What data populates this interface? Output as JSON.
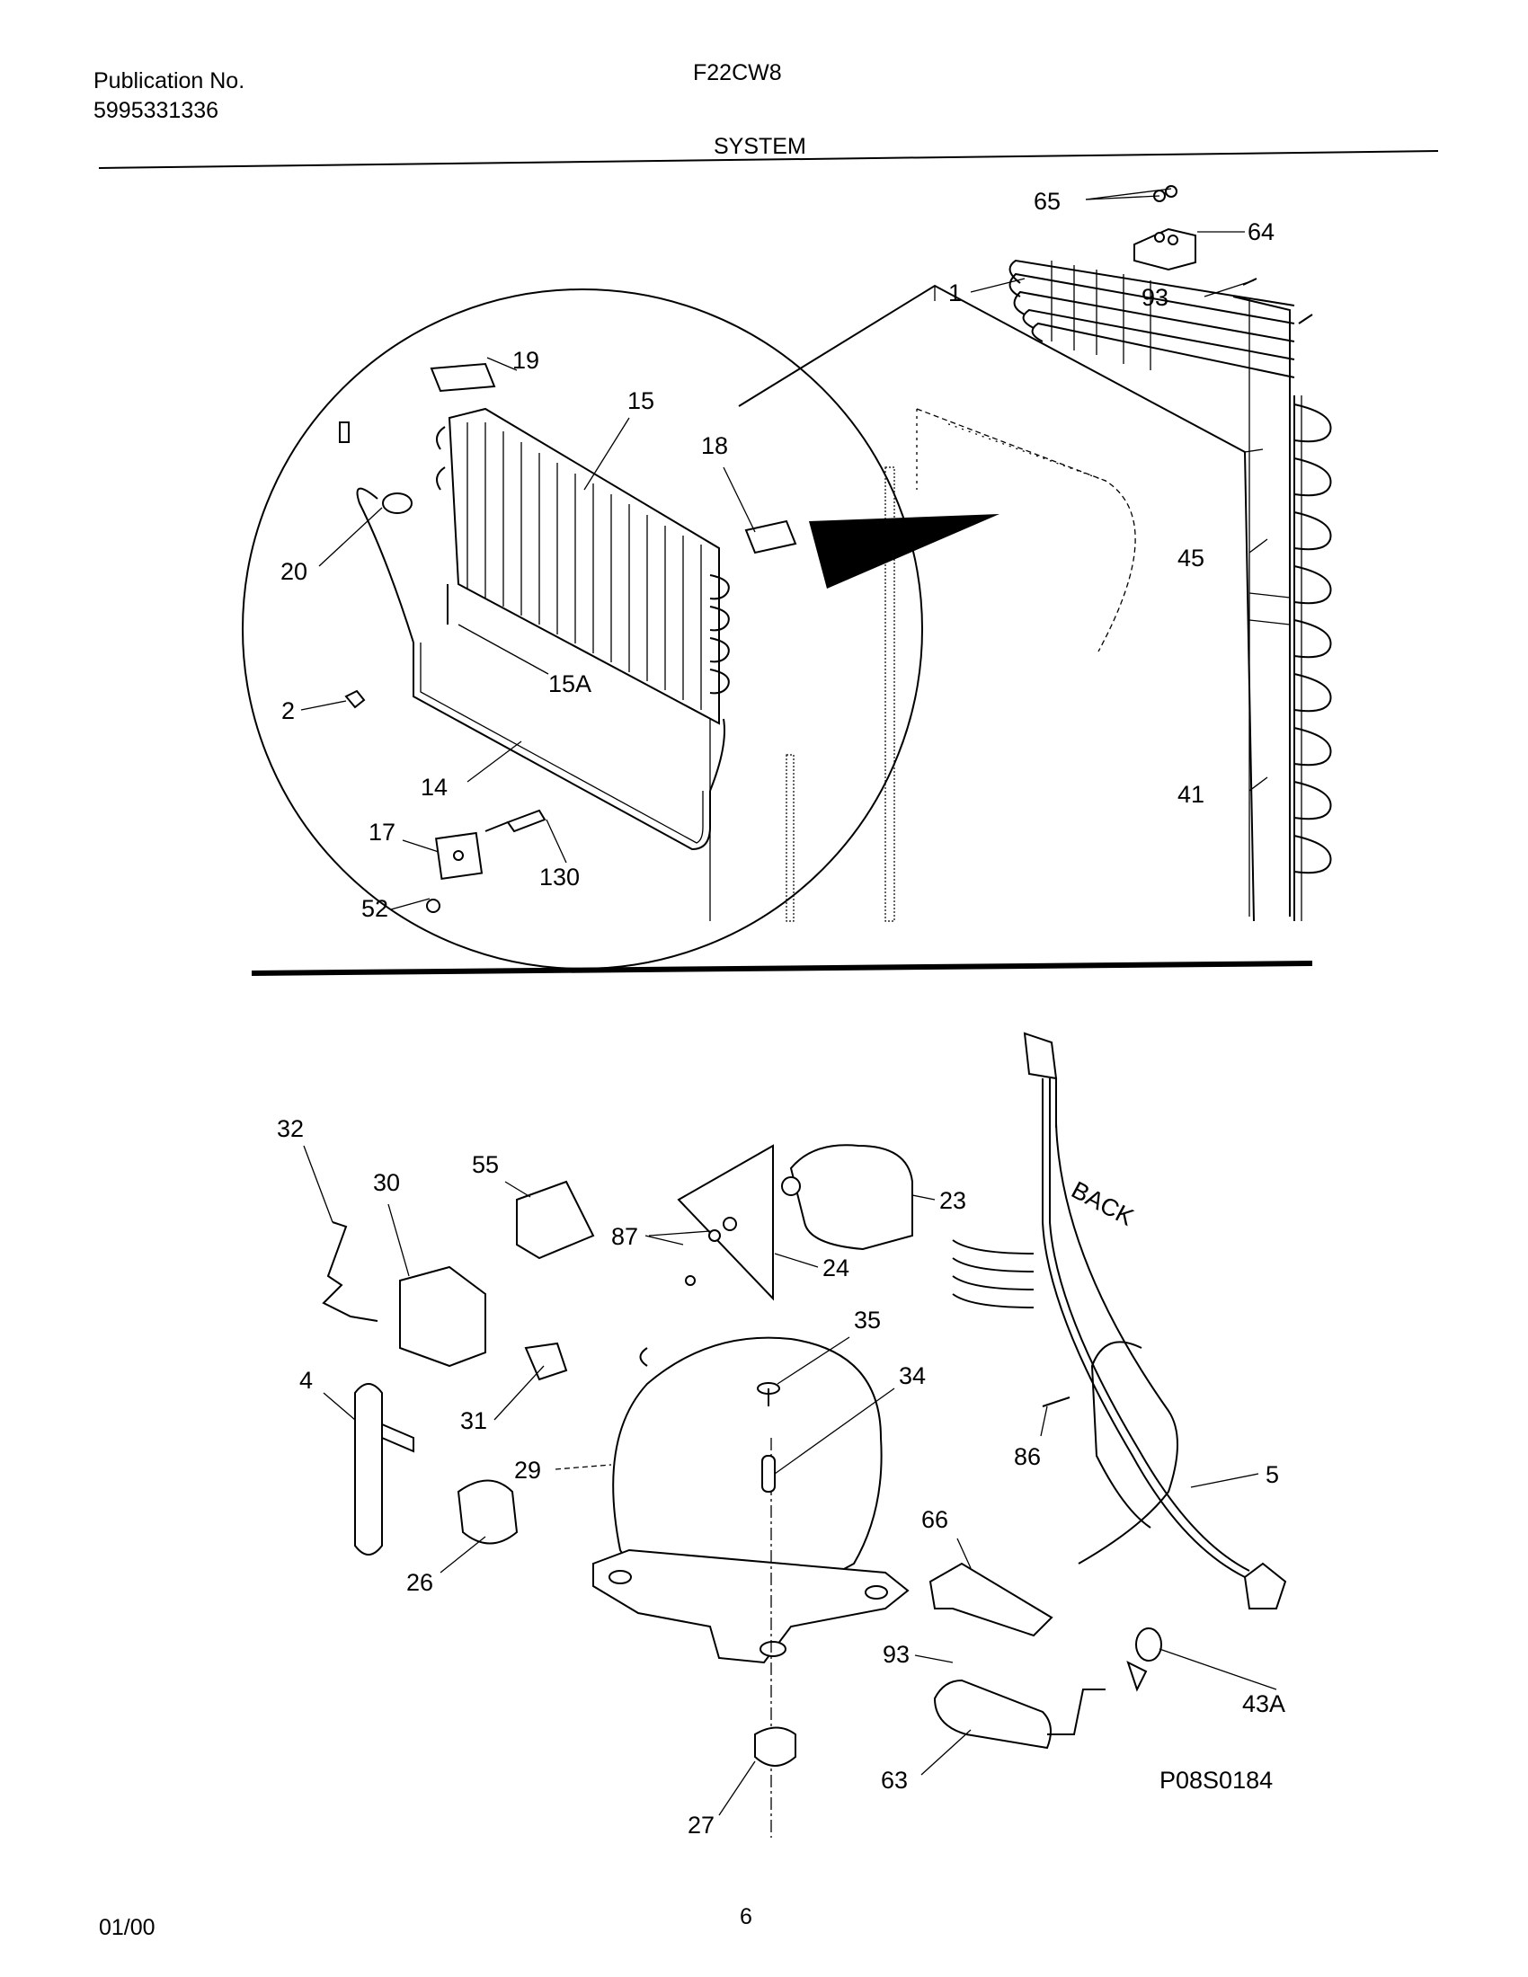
{
  "header": {
    "publication_label": "Publication No.",
    "publication_number": "5995331336",
    "model": "F22CW8",
    "section": "SYSTEM"
  },
  "diagram_labels": {
    "p1": "1",
    "p2": "2",
    "p4": "4",
    "p5": "5",
    "p14": "14",
    "p15": "15",
    "p15a": "15A",
    "p17": "17",
    "p18": "18",
    "p19": "19",
    "p20": "20",
    "p23": "23",
    "p24": "24",
    "p26": "26",
    "p27": "27",
    "p29": "29",
    "p30": "30",
    "p31": "31",
    "p32": "32",
    "p34": "34",
    "p35": "35",
    "p41": "41",
    "p43a": "43A",
    "p45": "45",
    "p52": "52",
    "p55": "55",
    "p63": "63",
    "p64": "64",
    "p65": "65",
    "p66": "66",
    "p86": "86",
    "p87": "87",
    "p93_top": "93",
    "p93_bottom": "93",
    "p130": "130",
    "back": "BACK"
  },
  "figure_code": "P08S0184",
  "footer": {
    "date": "01/00",
    "page": "6"
  }
}
